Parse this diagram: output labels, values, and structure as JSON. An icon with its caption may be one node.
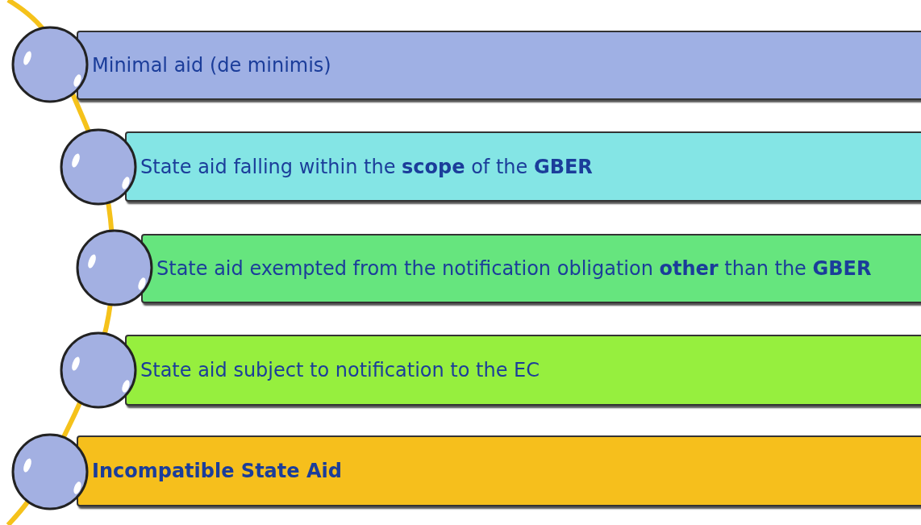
{
  "diagram": {
    "nodes": [
      {
        "text": [
          "Minimal aid (de minimis)"
        ]
      },
      {
        "text": [
          "State aid falling within the **scope** of the **GBER**"
        ]
      },
      {
        "text": [
          "State aid exempted from the notification obligation **other** than the **GBER**"
        ]
      },
      {
        "text": [
          "State aid subject to notification to the EC"
        ]
      },
      {
        "text": [
          "Incompatible State Aid"
        ]
      }
    ]
  }
}
